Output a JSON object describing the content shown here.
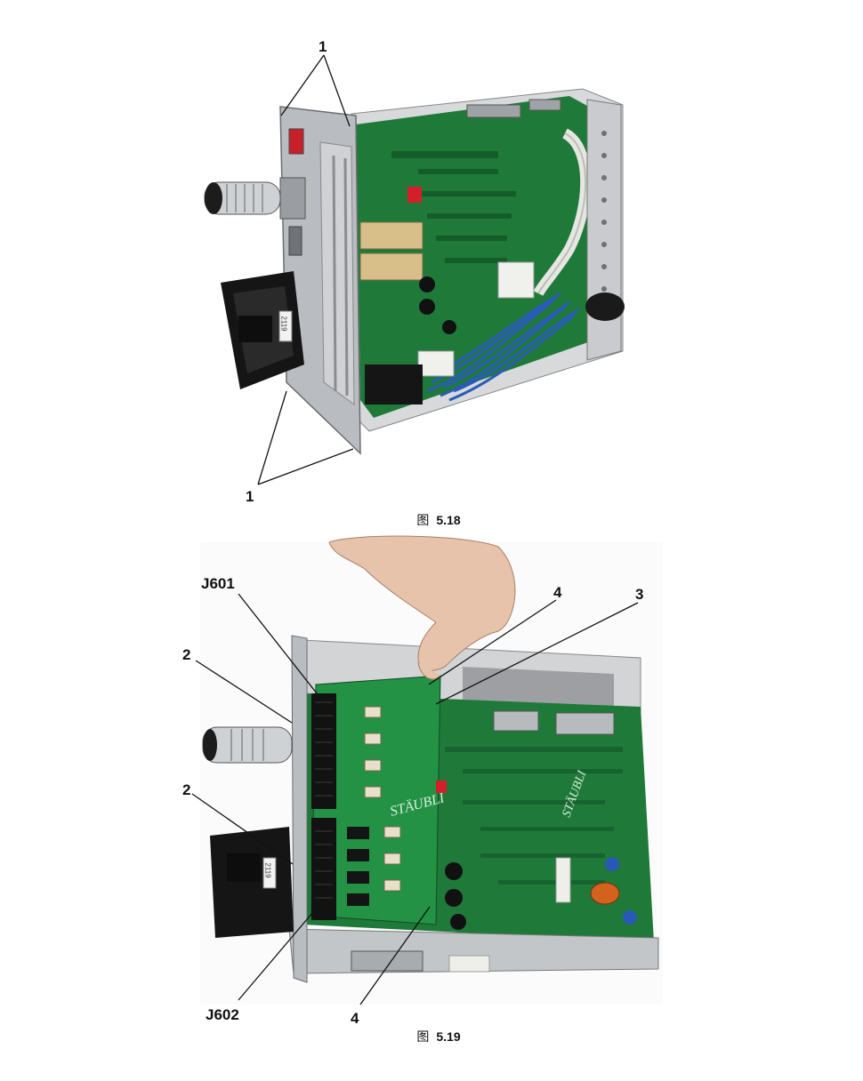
{
  "figure_1": {
    "caption_prefix": "图",
    "caption_number": "5.18",
    "callout_top": "1",
    "callout_bottom": "1",
    "label_sticker": "2119"
  },
  "figure_2": {
    "caption_prefix": "图",
    "caption_number": "5.19",
    "callout_j601": "J601",
    "callout_2_upper": "2",
    "callout_2_lower": "2",
    "callout_4_top": "4",
    "callout_3": "3",
    "callout_j602": "J602",
    "callout_4_bottom": "4",
    "label_sticker": "2119",
    "board_logo": "STÄUBLI"
  },
  "colors": {
    "pcb_green": "#1f7a3a",
    "metal": "#b9bcc0",
    "wire_blue": "#2a5bb8",
    "black_case": "#151515"
  }
}
